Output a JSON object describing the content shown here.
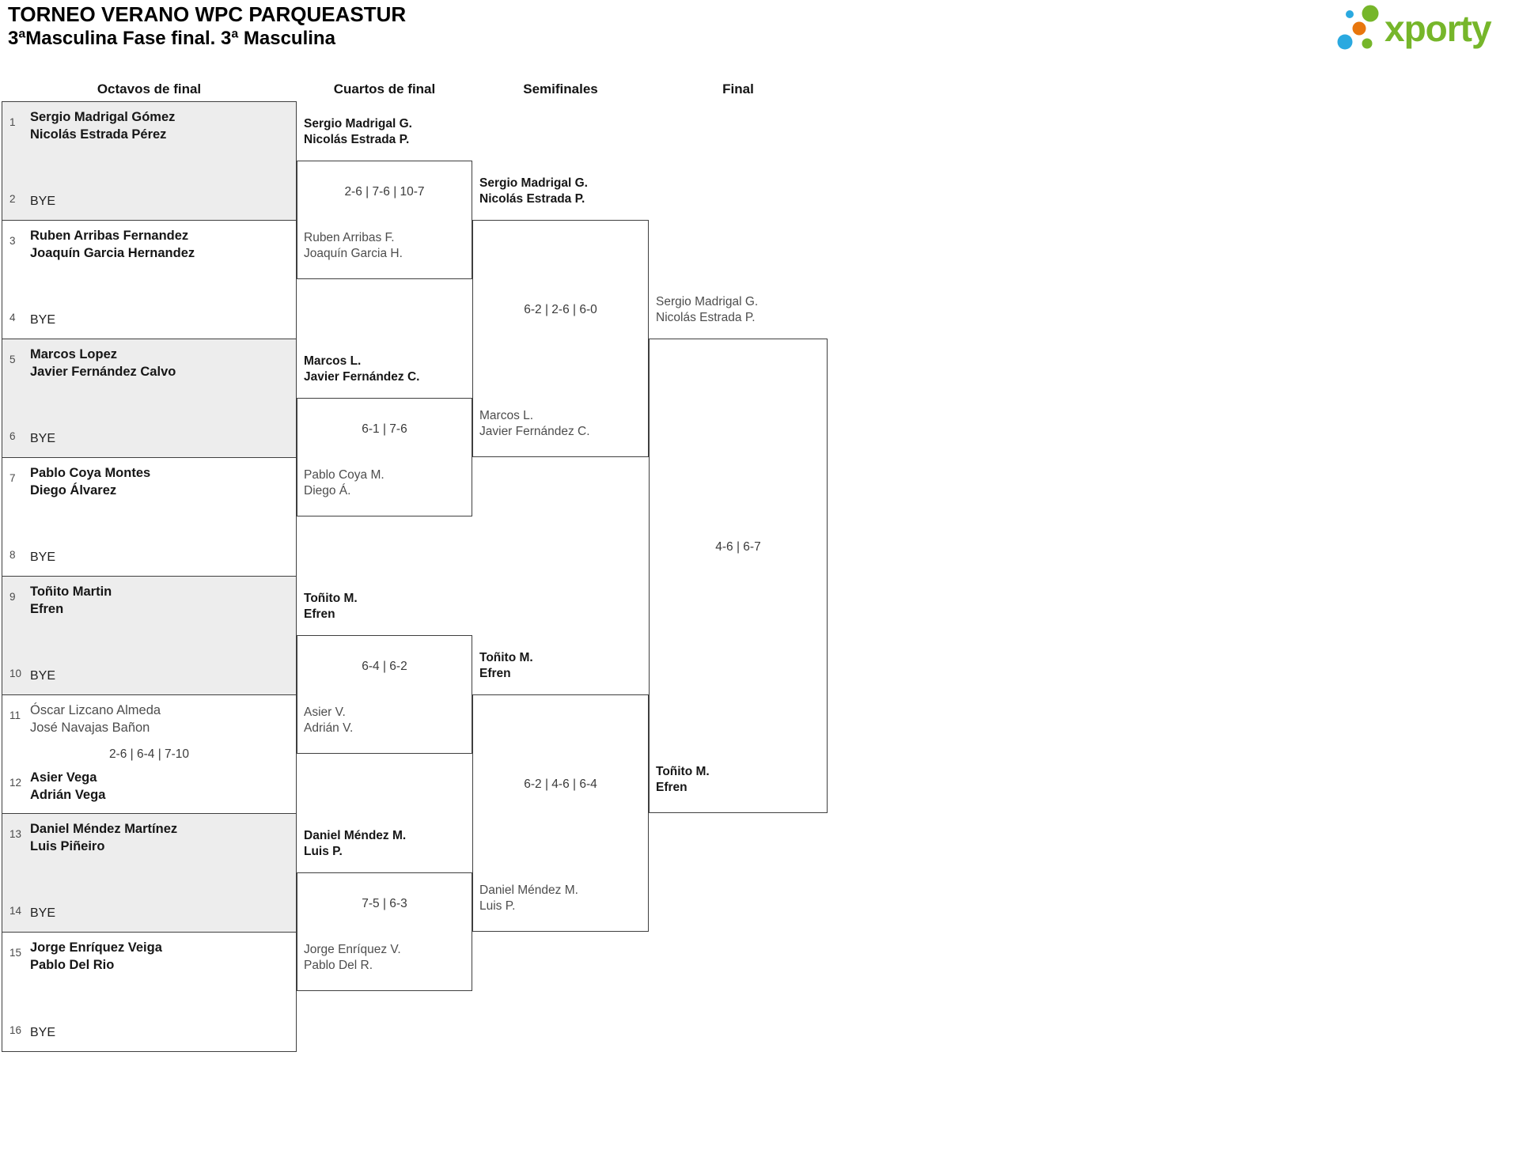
{
  "header": {
    "title": "TORNEO VERANO WPC PARQUEASTUR",
    "subtitle": "3ªMasculina Fase final. 3ª Masculina"
  },
  "logo": {
    "wordmark": "xporty",
    "green": "#76b62a",
    "blue": "#2aa9e0",
    "orange": "#e8760d"
  },
  "rounds": {
    "r16": "Octavos de final",
    "qf": "Cuartos de final",
    "sf": "Semifinales",
    "f": "Final"
  },
  "octavos": [
    {
      "seed_top": "1",
      "top": [
        "Sergio Madrigal Gómez",
        "Nicolás Estrada Pérez"
      ],
      "seed_bottom": "2",
      "bottom": [
        "BYE"
      ]
    },
    {
      "seed_top": "3",
      "top": [
        "Ruben Arribas Fernandez",
        "Joaquín Garcia Hernandez"
      ],
      "seed_bottom": "4",
      "bottom": [
        "BYE"
      ]
    },
    {
      "seed_top": "5",
      "top": [
        "Marcos Lopez",
        "Javier Fernández Calvo"
      ],
      "seed_bottom": "6",
      "bottom": [
        "BYE"
      ]
    },
    {
      "seed_top": "7",
      "top": [
        "Pablo Coya Montes",
        "Diego Álvarez"
      ],
      "seed_bottom": "8",
      "bottom": [
        "BYE"
      ]
    },
    {
      "seed_top": "9",
      "top": [
        "Toñito Martin",
        "Efren"
      ],
      "seed_bottom": "10",
      "bottom": [
        "BYE"
      ]
    },
    {
      "seed_top": "11",
      "top": [
        "Óscar Lizcano Almeda",
        "José Navajas Bañon"
      ],
      "score": "2-6 | 6-4 | 7-10",
      "seed_bottom": "12",
      "bottom": [
        "Asier Vega",
        "Adrián Vega"
      ]
    },
    {
      "seed_top": "13",
      "top": [
        "Daniel Méndez Martínez",
        "Luis Piñeiro"
      ],
      "seed_bottom": "14",
      "bottom": [
        "BYE"
      ]
    },
    {
      "seed_top": "15",
      "top": [
        "Jorge Enríquez Veiga",
        "Pablo Del Rio"
      ],
      "seed_bottom": "16",
      "bottom": [
        "BYE"
      ]
    }
  ],
  "cuartos": [
    {
      "team1": [
        "Sergio Madrigal G.",
        "Nicolás Estrada P."
      ],
      "score": "2-6 | 7-6 | 10-7",
      "team2": [
        "Ruben Arribas F.",
        "Joaquín Garcia H."
      ]
    },
    {
      "team1": [
        "Marcos L.",
        "Javier Fernández C."
      ],
      "score": "6-1 | 7-6",
      "team2": [
        "Pablo Coya M.",
        "Diego Á."
      ]
    },
    {
      "team1": [
        "Toñito M.",
        "Efren"
      ],
      "score": "6-4 | 6-2",
      "team2": [
        "Asier V.",
        "Adrián V."
      ]
    },
    {
      "team1": [
        "Daniel Méndez M.",
        "Luis P."
      ],
      "score": "7-5 | 6-3",
      "team2": [
        "Jorge Enríquez V.",
        "Pablo Del R."
      ]
    }
  ],
  "semifinales": [
    {
      "team1": [
        "Sergio Madrigal G.",
        "Nicolás Estrada P."
      ],
      "score": "6-2 | 2-6 | 6-0",
      "team2": [
        "Marcos L.",
        "Javier Fernández C."
      ]
    },
    {
      "team1": [
        "Toñito M.",
        "Efren"
      ],
      "score": "6-2 | 4-6 | 6-4",
      "team2": [
        "Daniel Méndez M.",
        "Luis P."
      ]
    }
  ],
  "final": {
    "team1": [
      "Sergio Madrigal G.",
      "Nicolás Estrada P."
    ],
    "score": "4-6 | 6-7",
    "team2": [
      "Toñito M.",
      "Efren"
    ]
  }
}
